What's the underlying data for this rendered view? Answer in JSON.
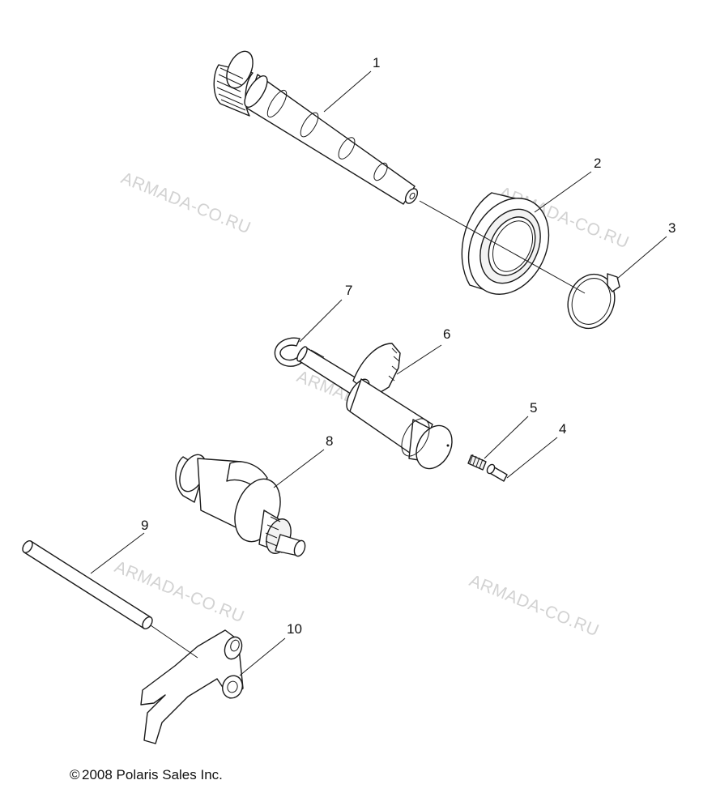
{
  "callouts": [
    "1",
    "2",
    "3",
    "4",
    "5",
    "6",
    "7",
    "8",
    "9",
    "10"
  ],
  "watermark": "ARMADA-CO.RU",
  "copyright": "2008 Polaris Sales Inc.",
  "copyright_symbol": "©"
}
